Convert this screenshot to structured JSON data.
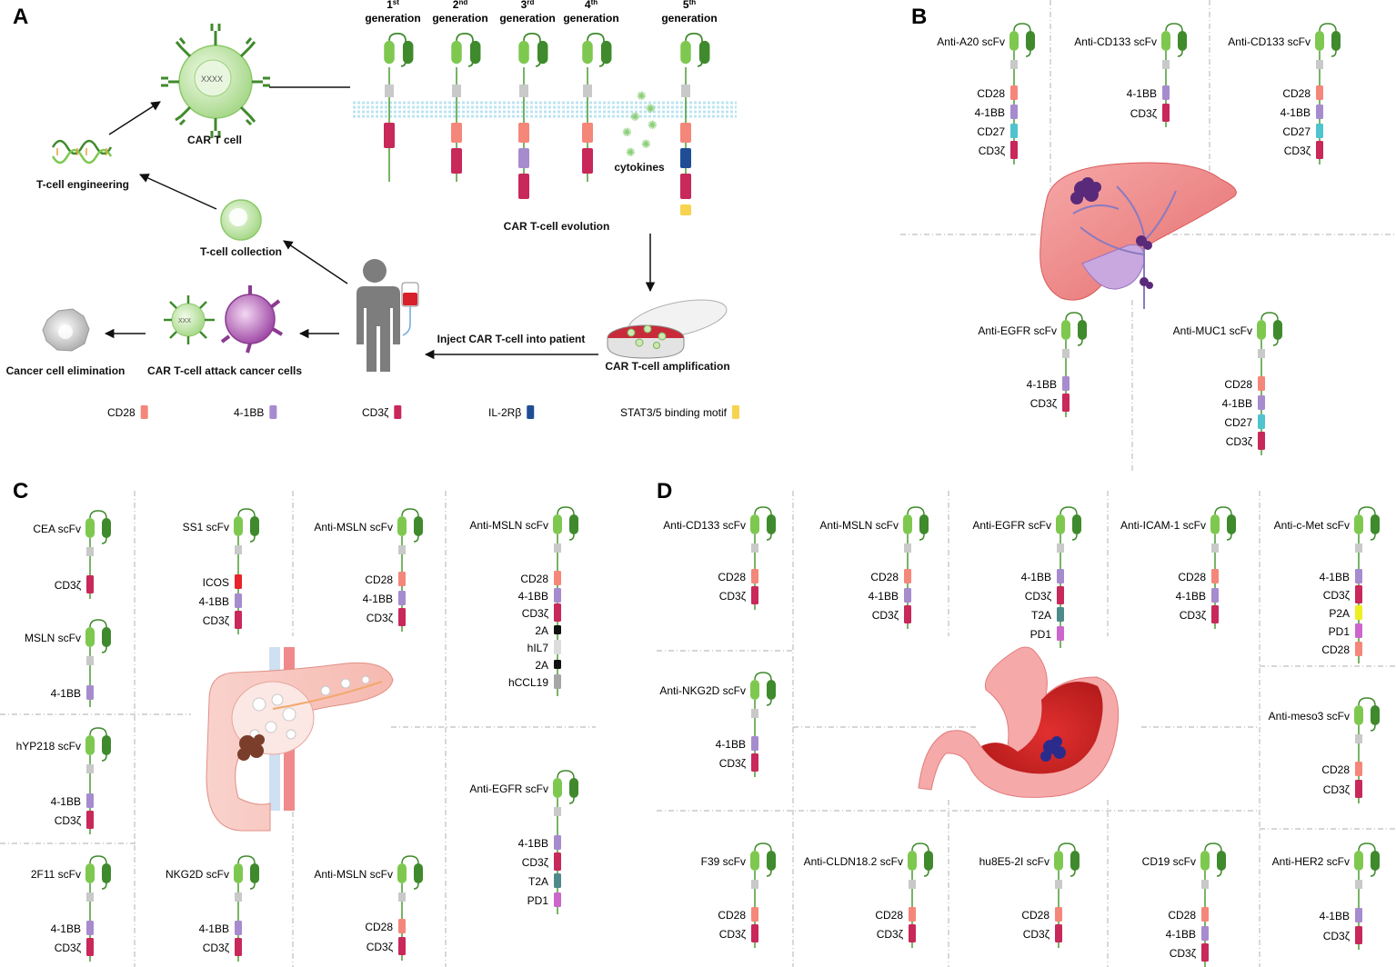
{
  "panels": {
    "A": {
      "letter": "A",
      "car_t_cell": "CAR T cell",
      "t_cell_engineering": "T-cell engineering",
      "t_cell_collection": "T-cell collection",
      "car_t_attack": "CAR T-cell attack cancer cells",
      "cancer_elimination": "Cancer cell elimination",
      "inject": "Inject CAR T-cell into patient",
      "amplification": "CAR T-cell amplification",
      "evolution": "CAR T-cell evolution",
      "cytokines": "cytokines",
      "generations": [
        {
          "num": "1",
          "sup": "st",
          "word": "generation",
          "domains": [
            "cd3z"
          ]
        },
        {
          "num": "2",
          "sup": "nd",
          "word": "generation",
          "domains": [
            "cd28",
            "cd3z"
          ]
        },
        {
          "num": "3",
          "sup": "rd",
          "word": "generation",
          "domains": [
            "cd28",
            "4-1bb",
            "cd3z"
          ]
        },
        {
          "num": "4",
          "sup": "th",
          "word": "generation",
          "domains": [
            "cd28",
            "cd3z"
          ]
        },
        {
          "num": "5",
          "sup": "th",
          "word": "generation",
          "domains": [
            "cd28",
            "il2rb",
            "cd3z",
            "stat"
          ]
        }
      ],
      "legend": [
        {
          "label": "CD28",
          "key": "cd28"
        },
        {
          "label": "4-1BB",
          "key": "4-1bb"
        },
        {
          "label": "CD3ζ",
          "key": "cd3z"
        },
        {
          "label": "IL-2Rβ",
          "key": "il2rb"
        },
        {
          "label": "STAT3/5  binding motif",
          "key": "stat"
        }
      ]
    },
    "B": {
      "letter": "B"
    },
    "C": {
      "letter": "C"
    },
    "D": {
      "letter": "D"
    }
  },
  "colors": {
    "cd28": "#f4877a",
    "4-1bb": "#a78bcf",
    "cd3z": "#c8285a",
    "cd27": "#4fc4cf",
    "il2rb": "#1f4e96",
    "stat": "#f7d34e",
    "icos": "#e8232b",
    "2a": "#111111",
    "hil7": "#dcdcdc",
    "hccl19": "#a6a6a6",
    "t2a": "#4f8a8b",
    "pd1": "#cc66cc",
    "p2a": "#eeee22",
    "tm": "#c9c9c9",
    "scfv_light": "#7ec850",
    "scfv_dark": "#3f8a2c",
    "divider": "#bbbbbb"
  },
  "constructs": [
    {
      "panel": "B",
      "scfv": "Anti-A20 scFv",
      "domains": [
        [
          "CD28",
          "cd28"
        ],
        [
          "4-1BB",
          "4-1bb"
        ],
        [
          "CD27",
          "cd27"
        ],
        [
          "CD3ζ",
          "cd3z"
        ]
      ]
    },
    {
      "panel": "B",
      "scfv": "Anti-CD133 scFv",
      "domains": [
        [
          "4-1BB",
          "4-1bb"
        ],
        [
          "CD3ζ",
          "cd3z"
        ]
      ]
    },
    {
      "panel": "B",
      "scfv": "Anti-CD133 scFv",
      "domains": [
        [
          "CD28",
          "cd28"
        ],
        [
          "4-1BB",
          "4-1bb"
        ],
        [
          "CD27",
          "cd27"
        ],
        [
          "CD3ζ",
          "cd3z"
        ]
      ]
    },
    {
      "panel": "B",
      "scfv": "Anti-EGFR scFv",
      "domains": [
        [
          "4-1BB",
          "4-1bb"
        ],
        [
          "CD3ζ",
          "cd3z"
        ]
      ]
    },
    {
      "panel": "B",
      "scfv": "Anti-MUC1  scFv",
      "domains": [
        [
          "CD28",
          "cd28"
        ],
        [
          "4-1BB",
          "4-1bb"
        ],
        [
          "CD27",
          "cd27"
        ],
        [
          "CD3ζ",
          "cd3z"
        ]
      ]
    },
    {
      "panel": "C",
      "scfv": "CEA scFv",
      "domains": [
        [
          "CD3ζ",
          "cd3z"
        ]
      ]
    },
    {
      "panel": "C",
      "scfv": "SS1 scFv",
      "domains": [
        [
          "ICOS",
          "icos"
        ],
        [
          "4-1BB",
          "4-1bb"
        ],
        [
          "CD3ζ",
          "cd3z"
        ]
      ]
    },
    {
      "panel": "C",
      "scfv": "Anti-MSLN scFv",
      "domains": [
        [
          "CD28",
          "cd28"
        ],
        [
          "4-1BB",
          "4-1bb"
        ],
        [
          "CD3ζ",
          "cd3z"
        ]
      ]
    },
    {
      "panel": "C",
      "scfv": "Anti-MSLN scFv",
      "domains": [
        [
          "CD28",
          "cd28"
        ],
        [
          "4-1BB",
          "4-1bb"
        ],
        [
          "CD3ζ",
          "cd3z"
        ],
        [
          "2A",
          "2a"
        ],
        [
          "hIL7",
          "hil7"
        ],
        [
          "2A",
          "2a"
        ],
        [
          "hCCL19",
          "hccl19"
        ]
      ]
    },
    {
      "panel": "C",
      "scfv": "MSLN scFv",
      "domains": [
        [
          "4-1BB",
          "4-1bb"
        ]
      ]
    },
    {
      "panel": "C",
      "scfv": "hYP218 scFv",
      "domains": [
        [
          "4-1BB",
          "4-1bb"
        ],
        [
          "CD3ζ",
          "cd3z"
        ]
      ]
    },
    {
      "panel": "C",
      "scfv": "Anti-EGFR scFv",
      "domains": [
        [
          "4-1BB",
          "4-1bb"
        ],
        [
          "CD3ζ",
          "cd3z"
        ],
        [
          "T2A",
          "t2a"
        ],
        [
          "PD1",
          "pd1"
        ]
      ]
    },
    {
      "panel": "C",
      "scfv": "2F11 scFv",
      "domains": [
        [
          "4-1BB",
          "4-1bb"
        ],
        [
          "CD3ζ",
          "cd3z"
        ]
      ]
    },
    {
      "panel": "C",
      "scfv": "NKG2D scFv",
      "domains": [
        [
          "4-1BB",
          "4-1bb"
        ],
        [
          "CD3ζ",
          "cd3z"
        ]
      ]
    },
    {
      "panel": "C",
      "scfv": "Anti-MSLN scFv",
      "domains": [
        [
          "CD28",
          "cd28"
        ],
        [
          "CD3ζ",
          "cd3z"
        ]
      ]
    },
    {
      "panel": "D",
      "scfv": "Anti-CD133 scFv",
      "domains": [
        [
          "CD28",
          "cd28"
        ],
        [
          "CD3ζ",
          "cd3z"
        ]
      ]
    },
    {
      "panel": "D",
      "scfv": "Anti-MSLN scFv",
      "domains": [
        [
          "CD28",
          "cd28"
        ],
        [
          "4-1BB",
          "4-1bb"
        ],
        [
          "CD3ζ",
          "cd3z"
        ]
      ]
    },
    {
      "panel": "D",
      "scfv": "Anti-EGFR scFv",
      "domains": [
        [
          "4-1BB",
          "4-1bb"
        ],
        [
          "CD3ζ",
          "cd3z"
        ],
        [
          "T2A",
          "t2a"
        ],
        [
          "PD1",
          "pd1"
        ]
      ]
    },
    {
      "panel": "D",
      "scfv": "Anti-ICAM-1  scFv",
      "domains": [
        [
          "CD28",
          "cd28"
        ],
        [
          "4-1BB",
          "4-1bb"
        ],
        [
          "CD3ζ",
          "cd3z"
        ]
      ]
    },
    {
      "panel": "D",
      "scfv": "Anti-c-Met scFv",
      "domains": [
        [
          "4-1BB",
          "4-1bb"
        ],
        [
          "CD3ζ",
          "cd3z"
        ],
        [
          "P2A",
          "p2a"
        ],
        [
          "PD1",
          "pd1"
        ],
        [
          "CD28",
          "cd28"
        ]
      ]
    },
    {
      "panel": "D",
      "scfv": "Anti-NKG2D scFv",
      "domains": [
        [
          "4-1BB",
          "4-1bb"
        ],
        [
          "CD3ζ",
          "cd3z"
        ]
      ]
    },
    {
      "panel": "D",
      "scfv": "Anti-meso3 scFv",
      "domains": [
        [
          "CD28",
          "cd28"
        ],
        [
          "CD3ζ",
          "cd3z"
        ]
      ]
    },
    {
      "panel": "D",
      "scfv": "F39 scFv",
      "domains": [
        [
          "CD28",
          "cd28"
        ],
        [
          "CD3ζ",
          "cd3z"
        ]
      ]
    },
    {
      "panel": "D",
      "scfv": "Anti-CLDN18.2 scFv",
      "domains": [
        [
          "CD28",
          "cd28"
        ],
        [
          "CD3ζ",
          "cd3z"
        ]
      ]
    },
    {
      "panel": "D",
      "scfv": "hu8E5-2I scFv",
      "domains": [
        [
          "CD28",
          "cd28"
        ],
        [
          "CD3ζ",
          "cd3z"
        ]
      ]
    },
    {
      "panel": "D",
      "scfv": "CD19 scFv",
      "domains": [
        [
          "CD28",
          "cd28"
        ],
        [
          "4-1BB",
          "4-1bb"
        ],
        [
          "CD3ζ",
          "cd3z"
        ]
      ]
    },
    {
      "panel": "D",
      "scfv": "Anti-HER2 scFv",
      "domains": [
        [
          "4-1BB",
          "4-1bb"
        ],
        [
          "CD3ζ",
          "cd3z"
        ]
      ]
    }
  ]
}
